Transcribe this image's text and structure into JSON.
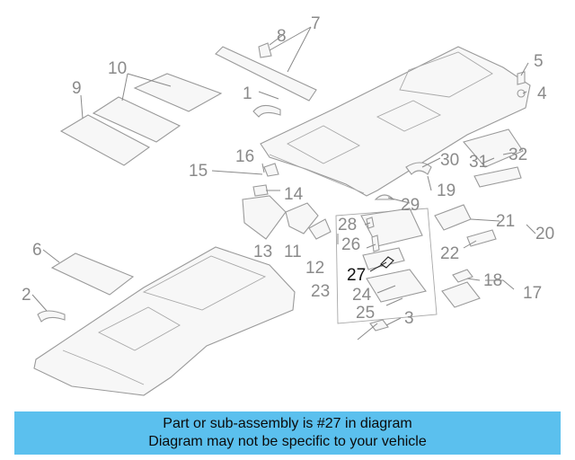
{
  "callouts": [
    {
      "id": "c1",
      "text": "1"
    },
    {
      "id": "c2",
      "text": "2"
    },
    {
      "id": "c3",
      "text": "3"
    },
    {
      "id": "c4",
      "text": "4"
    },
    {
      "id": "c5",
      "text": "5"
    },
    {
      "id": "c6",
      "text": "6"
    },
    {
      "id": "c7",
      "text": "7"
    },
    {
      "id": "c8",
      "text": "8"
    },
    {
      "id": "c9",
      "text": "9"
    },
    {
      "id": "c10",
      "text": "10"
    },
    {
      "id": "c11",
      "text": "11"
    },
    {
      "id": "c12",
      "text": "12"
    },
    {
      "id": "c13",
      "text": "13"
    },
    {
      "id": "c14",
      "text": "14"
    },
    {
      "id": "c15",
      "text": "15"
    },
    {
      "id": "c16",
      "text": "16"
    },
    {
      "id": "c17",
      "text": "17"
    },
    {
      "id": "c18",
      "text": "18"
    },
    {
      "id": "c19",
      "text": "19"
    },
    {
      "id": "c20",
      "text": "20"
    },
    {
      "id": "c21",
      "text": "21"
    },
    {
      "id": "c22",
      "text": "22"
    },
    {
      "id": "c23",
      "text": "23"
    },
    {
      "id": "c24",
      "text": "24"
    },
    {
      "id": "c25",
      "text": "25"
    },
    {
      "id": "c26",
      "text": "26"
    },
    {
      "id": "c27",
      "text": "27"
    },
    {
      "id": "c28",
      "text": "28"
    },
    {
      "id": "c29",
      "text": "29"
    },
    {
      "id": "c30",
      "text": "30"
    },
    {
      "id": "c31",
      "text": "31"
    },
    {
      "id": "c32",
      "text": "32"
    }
  ],
  "highlighted_part": "27",
  "banner": {
    "line1": "Part or sub-assembly is #27 in diagram",
    "line2": "Diagram may not be specific to your vehicle",
    "color": "#5bc0ee"
  }
}
